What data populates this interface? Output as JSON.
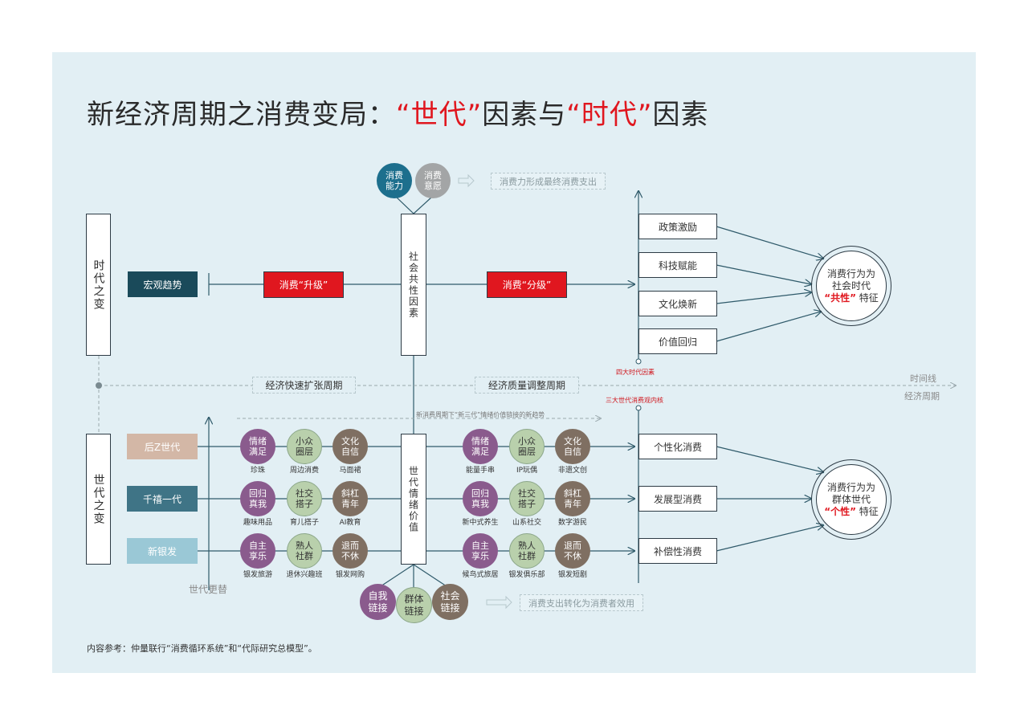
{
  "title": {
    "part1": "新经济周期之消费变局：",
    "part2": "“世代”",
    "part3": "因素与",
    "part4": "“时代”",
    "part5": "因素"
  },
  "left": {
    "era_change": "时代之变",
    "gen_change": "世代之变"
  },
  "macro": {
    "trend": "宏观趋势",
    "upgrade": "消费“升级”",
    "split": "消费“分级”"
  },
  "center_top": {
    "box": "社会共性因素",
    "c1": "消费能力",
    "c2": "消费意愿",
    "note": "消费力形成最终消费支出"
  },
  "center_bottom": {
    "box": "世代情绪价值",
    "c1": "自我链接",
    "c2": "群体链接",
    "c3": "社会链接",
    "note": "消费支出转化为消费者效用"
  },
  "timeline": {
    "fast": "经济快速扩张周期",
    "quality": "经济质量调整周期",
    "time_line": "时间线",
    "cycle": "经济周期",
    "trend_note": "新消费周期下“新三代”情绪价值链接的新趋势"
  },
  "era_factors": {
    "label": "四大时代因素",
    "items": [
      "政策激励",
      "科技赋能",
      "文化焕新",
      "价值回归"
    ]
  },
  "gen_factors": {
    "label": "三大世代消费观内核",
    "items": [
      "个性化消费",
      "发展型消费",
      "补偿性消费"
    ]
  },
  "result_top": {
    "line1": "消费行为为",
    "line2": "社会时代",
    "hl": "“共性”",
    "tail": "特征"
  },
  "result_bottom": {
    "line1": "消费行为为",
    "line2": "群体世代",
    "hl": "“个性”",
    "tail": "特征"
  },
  "generations": [
    {
      "label": "后Z世代",
      "color": "#d3b7a6",
      "left": [
        {
          "t": "情绪满足",
          "cap": "珍珠"
        },
        {
          "t": "小众圈层",
          "cap": "周边消费"
        },
        {
          "t": "文化自信",
          "cap": "马面裙"
        }
      ],
      "right": [
        {
          "t": "情绪满足",
          "cap": "能量手串"
        },
        {
          "t": "小众圈层",
          "cap": "IP玩偶"
        },
        {
          "t": "文化自信",
          "cap": "非遗文创"
        }
      ]
    },
    {
      "label": "千禧一代",
      "color": "#3f7486",
      "left": [
        {
          "t": "回归真我",
          "cap": "趣味用品"
        },
        {
          "t": "社交搭子",
          "cap": "育儿搭子"
        },
        {
          "t": "斜杠青年",
          "cap": "AI教育"
        }
      ],
      "right": [
        {
          "t": "回归真我",
          "cap": "新中式养生"
        },
        {
          "t": "社交搭子",
          "cap": "山系社交"
        },
        {
          "t": "斜杠青年",
          "cap": "数字游民"
        }
      ]
    },
    {
      "label": "新银发",
      "color": "#9ac8d6",
      "left": [
        {
          "t": "自主享乐",
          "cap": "银发旅游"
        },
        {
          "t": "熟人社群",
          "cap": "退休兴趣班"
        },
        {
          "t": "退而不休",
          "cap": "银发网购"
        }
      ],
      "right": [
        {
          "t": "自主享乐",
          "cap": "候鸟式旅居"
        },
        {
          "t": "熟人社群",
          "cap": "银发俱乐部"
        },
        {
          "t": "退而不休",
          "cap": "银发短剧"
        }
      ]
    }
  ],
  "gen_succession": "世代更替",
  "footer": "内容参考：仲量联行“消费循环系统”和“代际研究总模型”。",
  "colors": {
    "dark_teal": "#1a4a5a",
    "red": "#e0171f",
    "line": "#2f5a6a"
  }
}
